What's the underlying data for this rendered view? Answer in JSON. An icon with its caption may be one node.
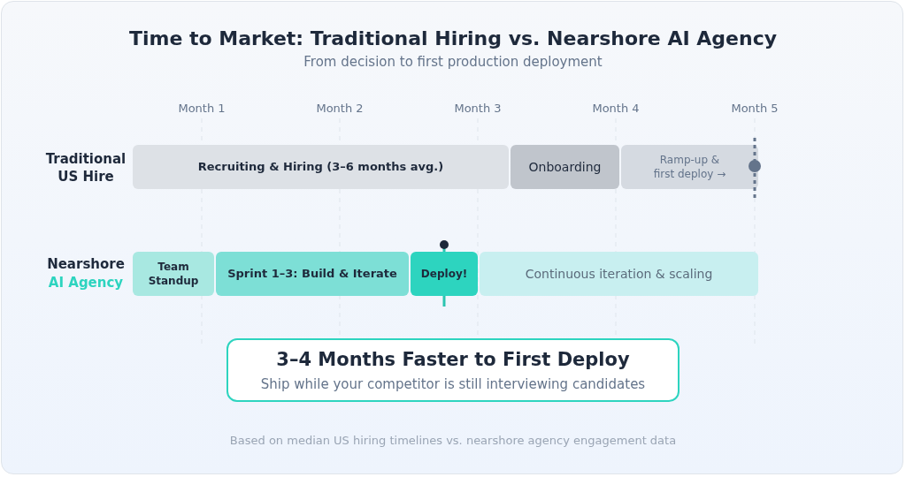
{
  "diagram": {
    "title": "Time to Market: Traditional Hiring vs. Nearshore AI Agency",
    "caption": "Based on median US hiring timelines vs. nearshore agency engagement data",
    "nodes": [
      {
        "text": [
          "Recruiting & Hiring (3–6 months avg.)"
        ]
      },
      {
        "text": [
          "Onboarding"
        ]
      },
      {
        "text": [
          "Ramp-up & first deploy →"
        ]
      },
      {
        "text": [
          "Team Standup"
        ]
      },
      {
        "text": [
          "Sprint 1–3: Build & Iterate"
        ]
      },
      {
        "text": [
          "Deploy!"
        ]
      },
      {
        "text": [
          "Continuous iteration & scaling"
        ]
      },
      {
        "text": [
          "3–4 Months Faster to First Deploy",
          "Ship while your competitor is still interviewing candidates"
        ]
      }
    ],
    "edges": [],
    "labels": [
      "From decision to first production deployment",
      "Month 1",
      "Month 2",
      "Month 3",
      "Month 4",
      "Month 5",
      "Traditional US Hire",
      "Nearshore",
      "AI Agency"
    ]
  }
}
